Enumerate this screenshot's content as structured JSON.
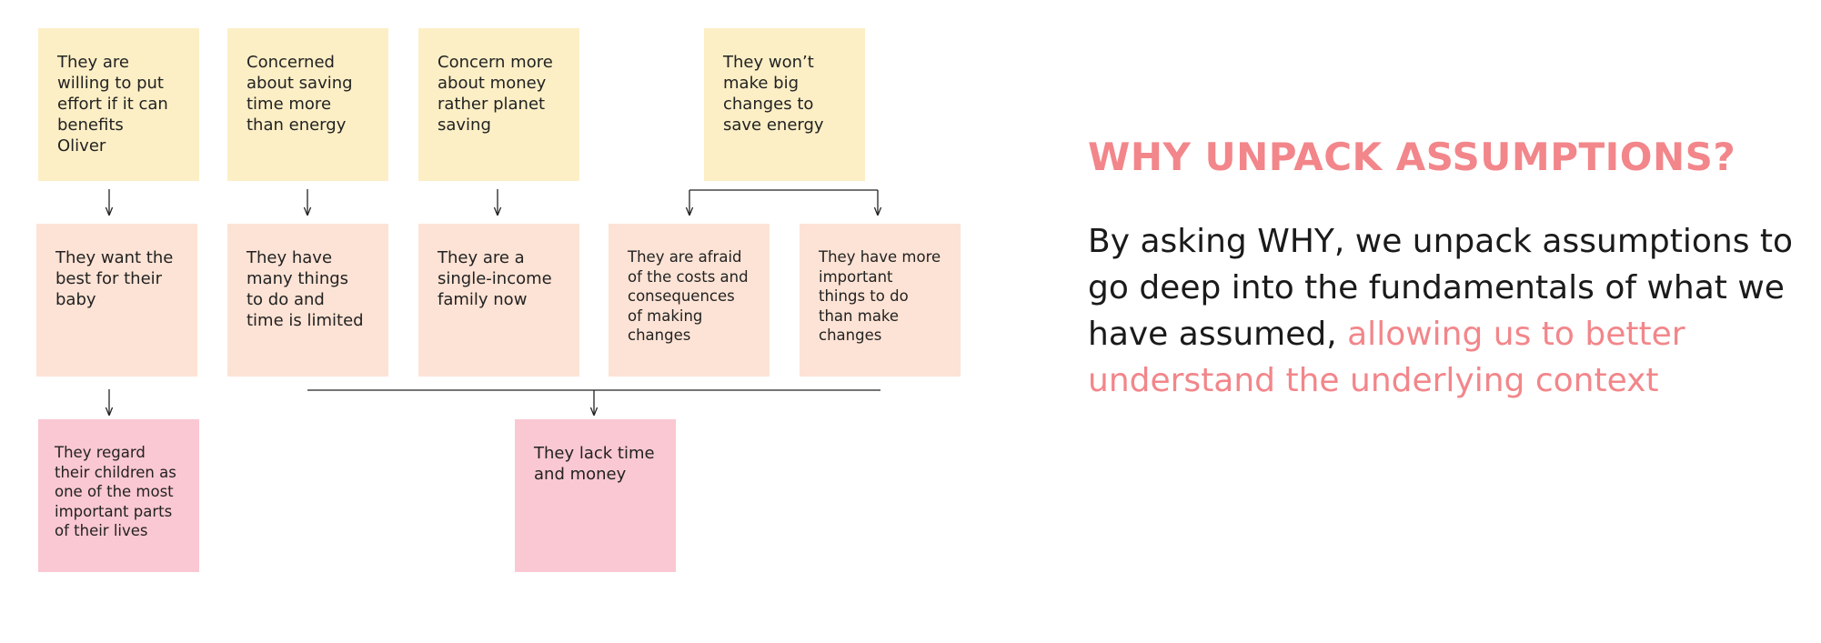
{
  "colors": {
    "accent": "#f2868a",
    "note_yellow": "#fcefc6",
    "note_peach": "#fde3d5",
    "note_pink": "#fac8d2"
  },
  "diagram": {
    "row1": [
      "They are\nwilling to put\neffort if it can\nbenefits\nOliver",
      "Concerned\nabout saving\ntime more\nthan energy",
      "Concern more\nabout money\nrather planet\nsaving",
      "They won’t\nmake big\nchanges to\nsave energy"
    ],
    "row2": [
      "They want the\nbest for their\nbaby",
      "They have\nmany things\nto do and\ntime is limited",
      "They are a\nsingle-income\nfamily now",
      "They are afraid\nof the costs and\nconsequences\nof making\nchanges",
      "They have more\nimportant\nthings to do\nthan make\nchanges"
    ],
    "row3": [
      "They regard\ntheir children as\none of the most\nimportant parts\nof their lives",
      "They lack time\nand money"
    ]
  },
  "heading": "WHY UNPACK ASSUMPTIONS?",
  "explanation": {
    "plain": "By asking WHY, we unpack assumptions to go deep into the fundamentals of what we have assumed, ",
    "highlight": "allowing us to better understand the underlying context"
  }
}
